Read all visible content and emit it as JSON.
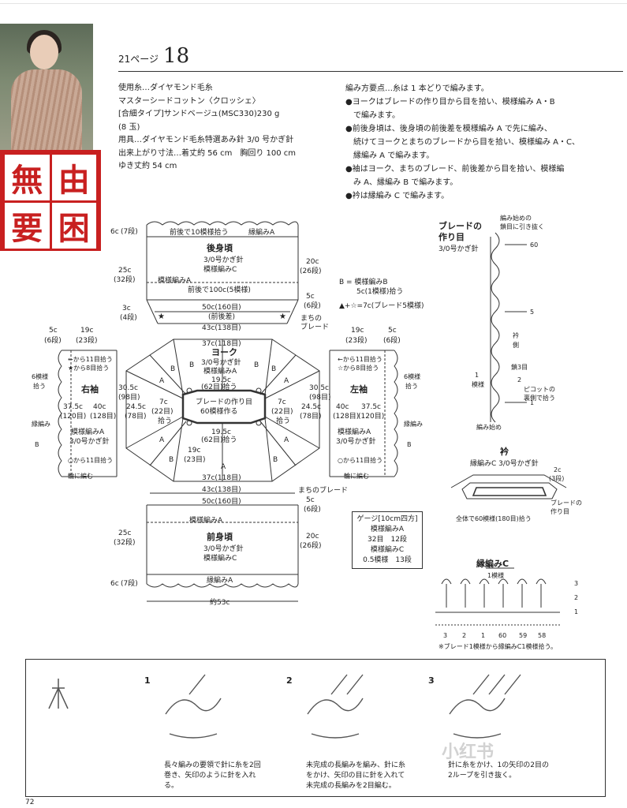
{
  "header": {
    "page_ref": "21ページ",
    "pattern_no": "18"
  },
  "seal_chars": [
    "無",
    "由",
    "要",
    "困"
  ],
  "materials": {
    "lines": [
      "使用糸…ダイヤモンド毛糸",
      "マスターシードコットン〈クロッシェ〉",
      "[合細タイプ]サンドベージュ(MSC330)230 g",
      "(8 玉)",
      "用具…ダイヤモンド毛糸特選あみ針 3/0 号かぎ針",
      "出来上がり寸法…着丈約 56 cm　胸回り 100 cm",
      "ゆき丈約 54 cm"
    ]
  },
  "notes": {
    "title": "編み方要点…糸は 1 本どりで編みます。",
    "items": [
      "●ヨークはブレードの作り目から目を拾い、模様編み A・B",
      "　で編みます。",
      "●前後身頃は、後身頃の前後差を模様編み A で先に編み、",
      "　続けてヨークとまちのブレードから目を拾い、模様編み A・C、",
      "　縁編み A で編みます。",
      "●袖はヨーク、まちのブレード、前後差から目を拾い、模様編",
      "　み A、縁編み B で編みます。",
      "●衿は縁編み C で編みます。"
    ]
  },
  "diagram": {
    "back": {
      "title": "後身頃",
      "hook": "3/0号かぎ針",
      "pattern": "模様編みC",
      "top_pick": "前後で10模様拾う",
      "edge": "縁編みA",
      "dim_6c": "6c",
      "dim_6c_r": "(7段)",
      "dim_25c": "25c",
      "dim_25c_r": "(32段)",
      "dim_20c": "20c",
      "dim_20c_r": "(26段)",
      "mod_A": "模様編みA",
      "front_back": "前後で100c(5模様)",
      "dim_5c": "5c",
      "dim_5c_r": "(6段)",
      "dim_50c": "50c(160目)",
      "dim_3c": "3c",
      "dim_3c_r": "(4段)",
      "diff": "(前後差)",
      "gusset": "まちの",
      "braid": "ブレード",
      "dim_43c": "43c(138目)"
    },
    "legend": {
      "b_line": "B = 模様編みB",
      "b_sub": "5c(1模様)拾う",
      "sym_line": "▲+☆=7c(ブレード5模様)"
    },
    "yoke": {
      "title": "ヨーク",
      "hook": "3/0号かぎ針",
      "pattern": "模様編みA",
      "top": "37c(118目)",
      "w195": "19.5c",
      "w195_r": "(62目)拾う",
      "braid1": "ブレードの作り目",
      "braid2": "60模様作る",
      "w195b": "19.5c",
      "w195b_r": "(62目)拾う",
      "left7": "7c",
      "left7_r": "(22目)",
      "left7_r2": "拾う",
      "right7": "7c",
      "right7_r": "(22目)",
      "right7_r2": "拾う",
      "w19c": "19c",
      "w19c_r": "(23目)",
      "bottom": "37c(118目)",
      "letter_A": "A",
      "letter_B": "B"
    },
    "right_sleeve": {
      "title": "右袖",
      "hook": "3/0号かぎ針",
      "pattern": "模様編みA",
      "d5c": "5c",
      "d5c_r": "(6段)",
      "d19c": "19c",
      "d19c_r": "(23段)",
      "from11": "←から11目拾う",
      "from8": "★から8目拾う",
      "d6": "6模様",
      "d6b": "拾う",
      "d30": "30.5c",
      "d30_r": "(98目)",
      "d375": "37.5c",
      "d375_r": "(120目)",
      "d40": "40c",
      "d40_r": "(128目)",
      "d245": "24.5c",
      "d245_r": "(78目)",
      "edge": "縁編み",
      "edge_b": "B",
      "from11b": "○から11目拾う",
      "ring": "輪に編む"
    },
    "left_sleeve": {
      "title": "左袖",
      "hook": "3/0号かぎ針",
      "pattern": "模様編みA",
      "d19c": "19c",
      "d19c_r": "(23段)",
      "d5c": "5c",
      "d5c_r": "(6段)",
      "from11": "←から11目拾う",
      "from8": "☆から8目拾う",
      "d30": "30.5c",
      "d30_r": "(98目)",
      "d245": "24.5c",
      "d245_r": "(78目)",
      "d40": "40c",
      "d40_r": "(128目)",
      "d375": "37.5c",
      "d375_r": "(120目)",
      "d6": "6模様",
      "d6b": "拾う",
      "edge": "縁編み",
      "edge_b": "B",
      "from11b": "○から11目拾う",
      "ring": "輪に編む"
    },
    "front": {
      "title": "前身頃",
      "hook": "3/0号かぎ針",
      "pattern": "模様編みC",
      "dim_43c": "43c(138目)",
      "gusset": "まちのブレード",
      "dim_50c": "50c(160目)",
      "dim_5c": "5c",
      "dim_5c_r": "(6段)",
      "mod_A": "模様編みA",
      "dim_25c": "25c",
      "dim_25c_r": "(32段)",
      "dim_20c": "20c",
      "dim_20c_r": "(26段)",
      "dim_6c": "6c",
      "dim_6c_r": "(7段)",
      "edge": "縁編みA",
      "width": "約53c"
    },
    "braid": {
      "title1": "ブレードの",
      "title2": "作り目",
      "hook": "3/0号かぎ針",
      "n1": "編み始めの",
      "n2": "鎖目に引き抜く",
      "n60": "60",
      "n5": "5",
      "side1": "衿",
      "side2": "側",
      "chain3": "鎖3目",
      "one1": "1",
      "one2": "模様",
      "n2b": "2",
      "picot1": "ピコットの",
      "picot2": "裏側で拾う",
      "n1b": "1",
      "start": "編み始め"
    },
    "collar": {
      "title": "衿",
      "sub": "縁編みC 3/0号かぎ針",
      "d2c": "2c",
      "d2c_r": "(3段)",
      "braid1": "ブレードの",
      "braid2": "作り目",
      "pick": "全体で60模様(180目)拾う"
    },
    "edge_c": {
      "title": "縁編みC",
      "one": "1模様",
      "r3": "3",
      "r2": "2",
      "r1": "1",
      "bottom_nums": [
        "3",
        "2",
        "1",
        "60",
        "59",
        "58"
      ],
      "note": "※ブレード1模様から縁編みC1模様拾う。"
    },
    "gauge": {
      "title": "ゲージ[10cm四方]",
      "l1": "模様編みA",
      "l2": "32目　12段",
      "l3": "模様編みC",
      "l4": "0.5模様　13段"
    }
  },
  "steps": [
    {
      "no": "1",
      "text": "長々編みの要領で針に糸を2回巻き、矢印のように針を入れる。"
    },
    {
      "no": "2",
      "text": "未完成の長編みを編み、針に糸をかけ、矢印の目に針を入れて未完成の長編みを2目編む。"
    },
    {
      "no": "3",
      "text": "針に糸をかけ、1の矢印の2目の2ループを引き抜く。"
    }
  ],
  "step_nums": [
    "1",
    "2",
    "3"
  ],
  "watermark": "小红书",
  "page_number": "72"
}
